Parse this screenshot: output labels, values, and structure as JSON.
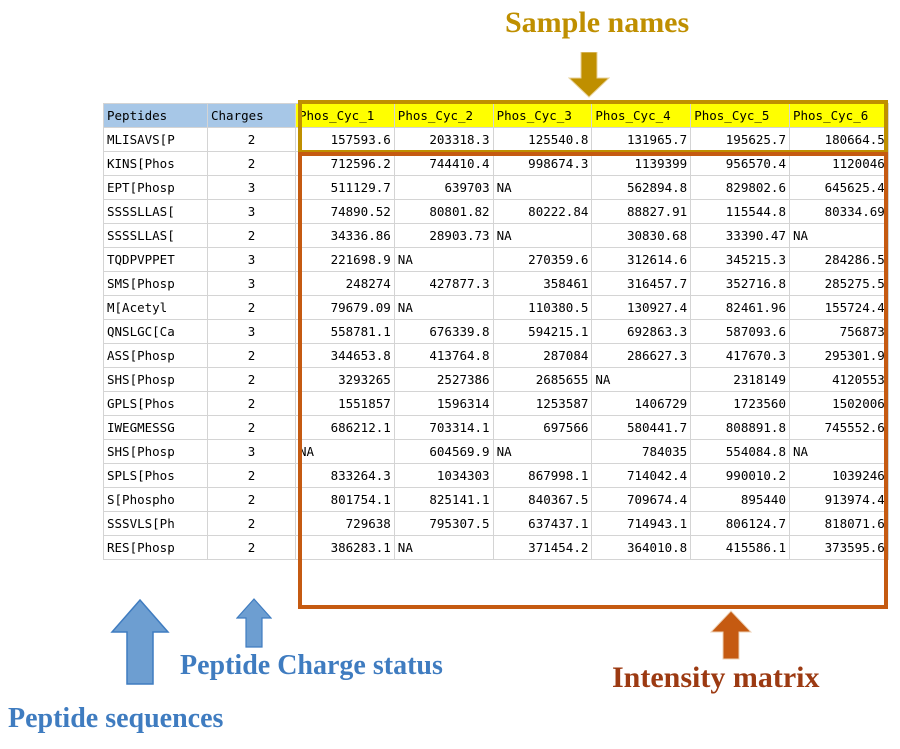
{
  "annotations": {
    "sample_names": {
      "text": "Sample names",
      "color": "#bf8f00",
      "arrow": "down-arrow-icon"
    },
    "intensity_matrix": {
      "text": "Intensity matrix",
      "color": "#9c3a12",
      "arrow": "up-arrow-icon"
    },
    "peptide_charge_status": {
      "text": "Peptide Charge status",
      "color": "#3f7cc0",
      "arrow": "up-arrow-icon"
    },
    "peptide_sequences": {
      "text": "Peptide sequences",
      "color": "#3f7cc0",
      "arrow": "up-arrow-icon"
    }
  },
  "highlight_boxes": {
    "sample_header_box_color": "#bf8f00",
    "intensity_matrix_box_color": "#c55a11",
    "sample_header_fill": "#ffff00",
    "left_header_fill": "#a7c7e7"
  },
  "table": {
    "headers": {
      "peptides": "Peptides",
      "charges": "Charges",
      "samples": [
        "Phos_Cyc_1",
        "Phos_Cyc_2",
        "Phos_Cyc_3",
        "Phos_Cyc_4",
        "Phos_Cyc_5",
        "Phos_Cyc_6"
      ]
    },
    "rows": [
      {
        "peptide": "MLISAVS[P",
        "charge": "2",
        "values": [
          "157593.6",
          "203318.3",
          "125540.8",
          "131965.7",
          "195625.7",
          "180664.5"
        ]
      },
      {
        "peptide": "KINS[Phos",
        "charge": "2",
        "values": [
          "712596.2",
          "744410.4",
          "998674.3",
          "1139399",
          "956570.4",
          "1120046"
        ]
      },
      {
        "peptide": "EPT[Phosp",
        "charge": "3",
        "values": [
          "511129.7",
          "639703",
          "NA",
          "562894.8",
          "829802.6",
          "645625.4"
        ]
      },
      {
        "peptide": "SSSSLLAS[",
        "charge": "3",
        "values": [
          "74890.52",
          "80801.82",
          "80222.84",
          "88827.91",
          "115544.8",
          "80334.69"
        ]
      },
      {
        "peptide": "SSSSLLAS[",
        "charge": "2",
        "values": [
          "34336.86",
          "28903.73",
          "NA",
          "30830.68",
          "33390.47",
          "NA"
        ]
      },
      {
        "peptide": "TQDPVPPET",
        "charge": "3",
        "values": [
          "221698.9",
          "NA",
          "270359.6",
          "312614.6",
          "345215.3",
          "284286.5"
        ]
      },
      {
        "peptide": "SMS[Phosp",
        "charge": "3",
        "values": [
          "248274",
          "427877.3",
          "358461",
          "316457.7",
          "352716.8",
          "285275.5"
        ]
      },
      {
        "peptide": "M[Acetyl",
        "charge": "2",
        "values": [
          "79679.09",
          "NA",
          "110380.5",
          "130927.4",
          "82461.96",
          "155724.4"
        ]
      },
      {
        "peptide": "QNSLGC[Ca",
        "charge": "3",
        "values": [
          "558781.1",
          "676339.8",
          "594215.1",
          "692863.3",
          "587093.6",
          "756873"
        ]
      },
      {
        "peptide": "ASS[Phosp",
        "charge": "2",
        "values": [
          "344653.8",
          "413764.8",
          "287084",
          "286627.3",
          "417670.3",
          "295301.9"
        ]
      },
      {
        "peptide": "SHS[Phosp",
        "charge": "2",
        "values": [
          "3293265",
          "2527386",
          "2685655",
          "NA",
          "2318149",
          "4120553"
        ]
      },
      {
        "peptide": "GPLS[Phos",
        "charge": "2",
        "values": [
          "1551857",
          "1596314",
          "1253587",
          "1406729",
          "1723560",
          "1502006"
        ]
      },
      {
        "peptide": "IWEGMESSG",
        "charge": "2",
        "values": [
          "686212.1",
          "703314.1",
          "697566",
          "580441.7",
          "808891.8",
          "745552.6"
        ]
      },
      {
        "peptide": "SHS[Phosp",
        "charge": "3",
        "values": [
          "NA",
          "604569.9",
          "NA",
          "784035",
          "554084.8",
          "NA"
        ]
      },
      {
        "peptide": "SPLS[Phos",
        "charge": "2",
        "values": [
          "833264.3",
          "1034303",
          "867998.1",
          "714042.4",
          "990010.2",
          "1039246"
        ]
      },
      {
        "peptide": "S[Phospho",
        "charge": "2",
        "values": [
          "801754.1",
          "825141.1",
          "840367.5",
          "709674.4",
          "895440",
          "913974.4"
        ]
      },
      {
        "peptide": "SSSVLS[Ph",
        "charge": "2",
        "values": [
          "729638",
          "795307.5",
          "637437.1",
          "714943.1",
          "806124.7",
          "818071.6"
        ]
      },
      {
        "peptide": "RES[Phosp",
        "charge": "2",
        "values": [
          "386283.1",
          "NA",
          "371454.2",
          "364010.8",
          "415586.1",
          "373595.6"
        ]
      }
    ]
  }
}
